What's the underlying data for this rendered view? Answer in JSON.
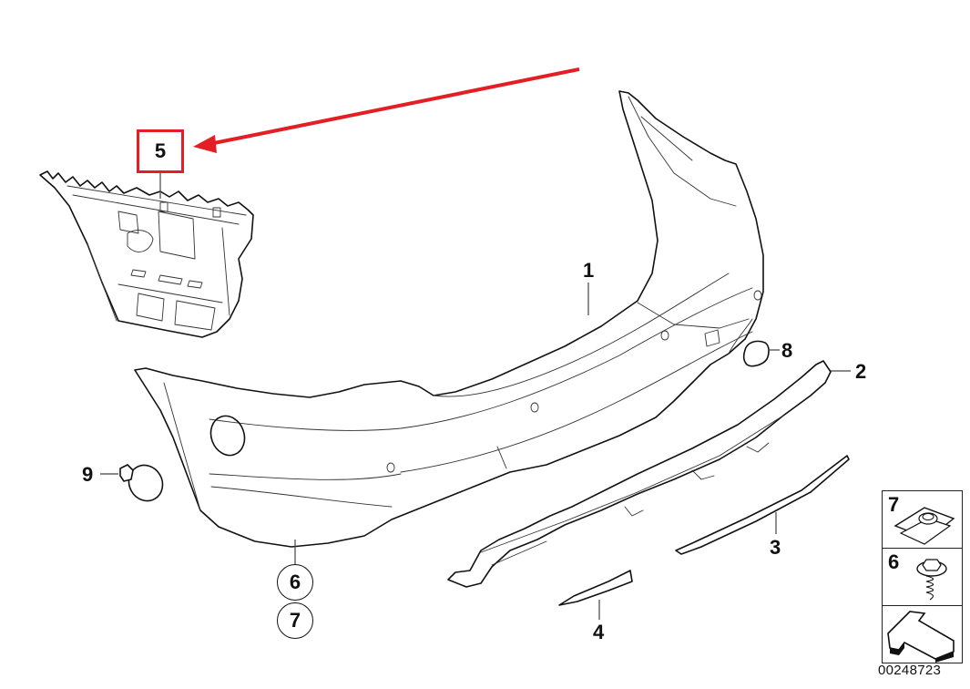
{
  "diagram": {
    "title": "Rear bumper trim panel exploded parts diagram",
    "highlight": {
      "part_number": "5",
      "box_color": "#e31e24",
      "arrow_color": "#e31e24"
    },
    "callouts": [
      {
        "id": "1",
        "label": "1",
        "part": "Rear bumper trim panel"
      },
      {
        "id": "2",
        "label": "2",
        "part": "Rear diffuser / lower trim"
      },
      {
        "id": "3",
        "label": "3",
        "part": "Trim strip"
      },
      {
        "id": "4",
        "label": "4",
        "part": "Trim strip, small"
      },
      {
        "id": "5",
        "label": "5",
        "part": "Bumper bracket (highlighted)"
      },
      {
        "id": "6",
        "label": "6",
        "part": "Screw"
      },
      {
        "id": "7",
        "label": "7",
        "part": "Clip nut"
      },
      {
        "id": "8",
        "label": "8",
        "part": "Cover cap"
      },
      {
        "id": "9",
        "label": "9",
        "part": "Towing eye cover"
      }
    ],
    "circled_labels": [
      "6",
      "7"
    ],
    "legend": {
      "items": [
        {
          "label": "7",
          "icon": "clip-nut-icon"
        },
        {
          "label": "6",
          "icon": "hex-screw-icon"
        },
        {
          "label": "",
          "icon": "direction-arrow-icon"
        }
      ]
    },
    "reference_number": "00248723"
  }
}
